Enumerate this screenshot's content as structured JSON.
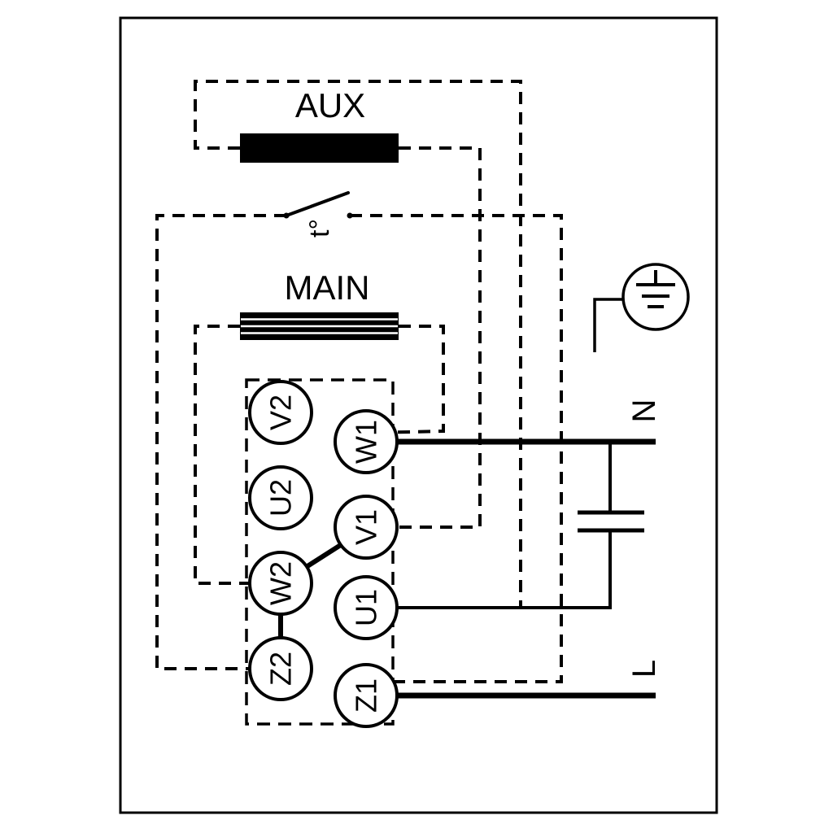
{
  "colors": {
    "line": "#000000",
    "background": "#ffffff"
  },
  "windings": {
    "aux": "AUX",
    "main": "MAIN"
  },
  "thermal_switch": {
    "label": "t°"
  },
  "terminals": {
    "left": [
      {
        "label": "V2"
      },
      {
        "label": "U2"
      },
      {
        "label": "W2"
      },
      {
        "label": "Z2"
      }
    ],
    "right": [
      {
        "label": "W1"
      },
      {
        "label": "V1"
      },
      {
        "label": "U1"
      },
      {
        "label": "Z1"
      }
    ]
  },
  "supply": {
    "neutral": "N",
    "line": "L"
  },
  "icons": {
    "ground": "protective-earth-icon",
    "capacitor": "capacitor-symbol",
    "thermal_switch": "thermal-switch-icon"
  }
}
